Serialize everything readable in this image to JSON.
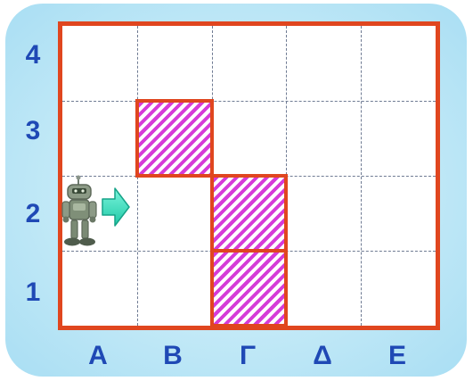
{
  "board": {
    "columns": [
      "A",
      "B",
      "Γ",
      "Δ",
      "E"
    ],
    "rows": [
      "4",
      "3",
      "2",
      "1"
    ],
    "blocked_cells": [
      {
        "col": "B",
        "row": "3"
      },
      {
        "col": "Γ",
        "row": "2"
      },
      {
        "col": "Γ",
        "row": "1"
      }
    ],
    "robot": {
      "col": "A",
      "row": "2",
      "facing": "right"
    }
  },
  "colors": {
    "border": "#e0461f",
    "hatch": "#d63bd8",
    "labels": "#1f49b5",
    "background": "#c2e9f7",
    "arrow": "#2ee0c0"
  },
  "icons": {
    "robot": "robot-icon",
    "direction": "arrow-right-icon"
  }
}
